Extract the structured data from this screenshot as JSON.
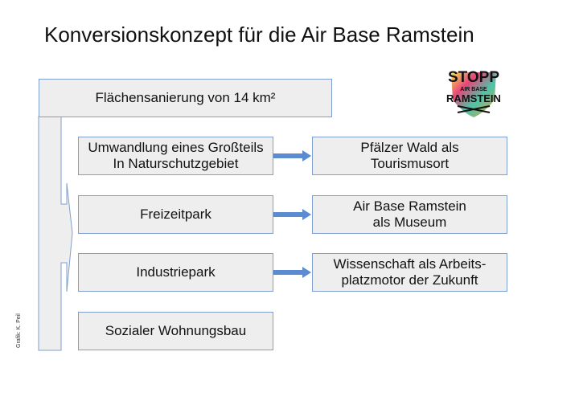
{
  "title": "Konversionskonzept für die Air Base Ramstein",
  "header_box": "Flächensanierung von 14 km²",
  "left_boxes": [
    "Umwandlung eines Großteils\nIn Naturschutzgebiet",
    "Freizeitpark",
    "Industriepark",
    "Sozialer Wohnungsbau"
  ],
  "right_boxes": [
    "Pfälzer Wald als\nTourismusort",
    "Air Base Ramstein\nals Museum",
    "Wissenschaft als Arbeits-\nplatzmotor der Zukunft"
  ],
  "logo": {
    "line1": "STOPP",
    "line2": "AIR BASE",
    "line3": "RAMSTEIN"
  },
  "credit": "Grafik: K. Peil",
  "colors": {
    "box_fill": "#eeeeee",
    "box_border": "#7f9fd0",
    "arrow": "#5b8bd0"
  }
}
